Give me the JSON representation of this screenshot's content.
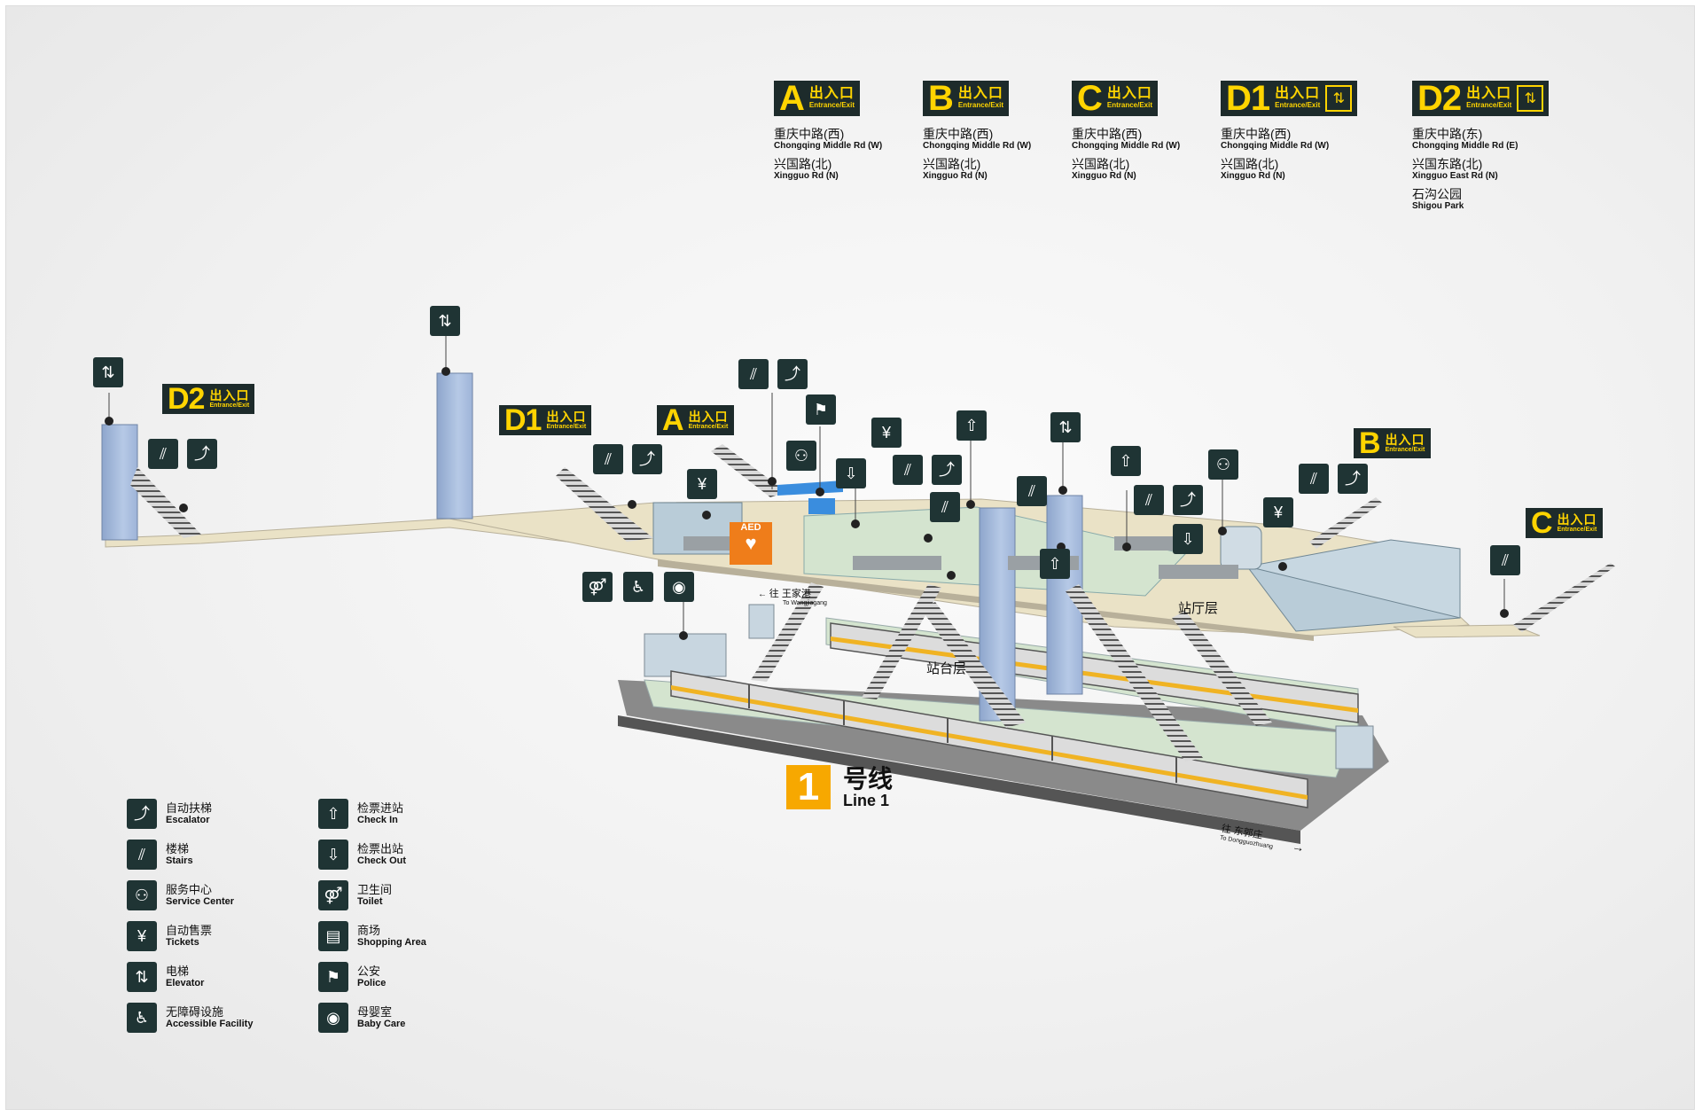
{
  "header_exits": [
    {
      "id": "A",
      "label": "A",
      "cn": "出入口",
      "en": "Entrance/Exit",
      "lift": false,
      "roads": [
        {
          "cn": "重庆中路(西)",
          "en": "Chongqing Middle Rd (W)"
        },
        {
          "cn": "兴国路(北)",
          "en": "Xingguo Rd (N)"
        }
      ]
    },
    {
      "id": "B",
      "label": "B",
      "cn": "出入口",
      "en": "Entrance/Exit",
      "lift": false,
      "roads": [
        {
          "cn": "重庆中路(西)",
          "en": "Chongqing Middle Rd (W)"
        },
        {
          "cn": "兴国路(北)",
          "en": "Xingguo Rd (N)"
        }
      ]
    },
    {
      "id": "C",
      "label": "C",
      "cn": "出入口",
      "en": "Entrance/Exit",
      "lift": false,
      "roads": [
        {
          "cn": "重庆中路(西)",
          "en": "Chongqing Middle Rd (W)"
        },
        {
          "cn": "兴国路(北)",
          "en": "Xingguo Rd (N)"
        }
      ]
    },
    {
      "id": "D1",
      "label": "D1",
      "cn": "出入口",
      "en": "Entrance/Exit",
      "lift": true,
      "roads": [
        {
          "cn": "重庆中路(西)",
          "en": "Chongqing Middle Rd (W)"
        },
        {
          "cn": "兴国路(北)",
          "en": "Xingguo Rd (N)"
        }
      ]
    },
    {
      "id": "D2",
      "label": "D2",
      "cn": "出入口",
      "en": "Entrance/Exit",
      "lift": true,
      "roads": [
        {
          "cn": "重庆中路(东)",
          "en": "Chongqing Middle Rd (E)"
        },
        {
          "cn": "兴国东路(北)",
          "en": "Xingguo East Rd (N)"
        },
        {
          "cn": "石沟公园",
          "en": "Shigou Park"
        }
      ]
    }
  ],
  "diagram_exits": {
    "D2": {
      "label": "D2",
      "cn": "出入口",
      "en": "Entrance/Exit"
    },
    "D1": {
      "label": "D1",
      "cn": "出入口",
      "en": "Entrance/Exit"
    },
    "A": {
      "label": "A",
      "cn": "出入口",
      "en": "Entrance/Exit"
    },
    "B": {
      "label": "B",
      "cn": "出入口",
      "en": "Entrance/Exit"
    },
    "C": {
      "label": "C",
      "cn": "出入口",
      "en": "Entrance/Exit"
    }
  },
  "zones": {
    "concourse": "站厅层",
    "platform": "站台层"
  },
  "directions": {
    "west_cn": "往 王家港",
    "west_en": "To Wangjiagang",
    "east_cn": "往 东郭庄",
    "east_en": "To Dongguozhuang"
  },
  "aed": {
    "title": "AED"
  },
  "line": {
    "number": "1",
    "cn": "号线",
    "en": "Line 1",
    "color": "#f7a800"
  },
  "icon_glyphs": {
    "escalator": "⤴",
    "stairs": "⫽",
    "service": "⚇",
    "tickets": "¥",
    "elevator": "⇅",
    "accessible": "♿",
    "checkin": "⇧",
    "checkout": "⇩",
    "toilet": "⚤",
    "shopping": "▤",
    "police": "⚑",
    "babycare": "◉"
  },
  "legend": [
    {
      "icon": "escalator",
      "cn": "自动扶梯",
      "en": "Escalator"
    },
    {
      "icon": "stairs",
      "cn": "楼梯",
      "en": "Stairs"
    },
    {
      "icon": "service",
      "cn": "服务中心",
      "en": "Service Center"
    },
    {
      "icon": "tickets",
      "cn": "自动售票",
      "en": "Tickets"
    },
    {
      "icon": "elevator",
      "cn": "电梯",
      "en": "Elevator"
    },
    {
      "icon": "accessible",
      "cn": "无障碍设施",
      "en": "Accessible Facility"
    },
    {
      "icon": "checkin",
      "cn": "检票进站",
      "en": "Check In"
    },
    {
      "icon": "checkout",
      "cn": "检票出站",
      "en": "Check Out"
    },
    {
      "icon": "toilet",
      "cn": "卫生间",
      "en": "Toilet"
    },
    {
      "icon": "shopping",
      "cn": "商场",
      "en": "Shopping Area"
    },
    {
      "icon": "police",
      "cn": "公安",
      "en": "Police"
    },
    {
      "icon": "babycare",
      "cn": "母婴室",
      "en": "Baby Care"
    }
  ],
  "colors": {
    "sign_bg": "#1d2b2b",
    "sign_text": "#ffd400",
    "concourse_floor": "#eae2c6",
    "platform_floor": "#d4e4cf",
    "column": "#a9bfe0",
    "track": "#6b6b6b",
    "train": "#dcdcdc",
    "train_stripe": "#f0b323"
  }
}
